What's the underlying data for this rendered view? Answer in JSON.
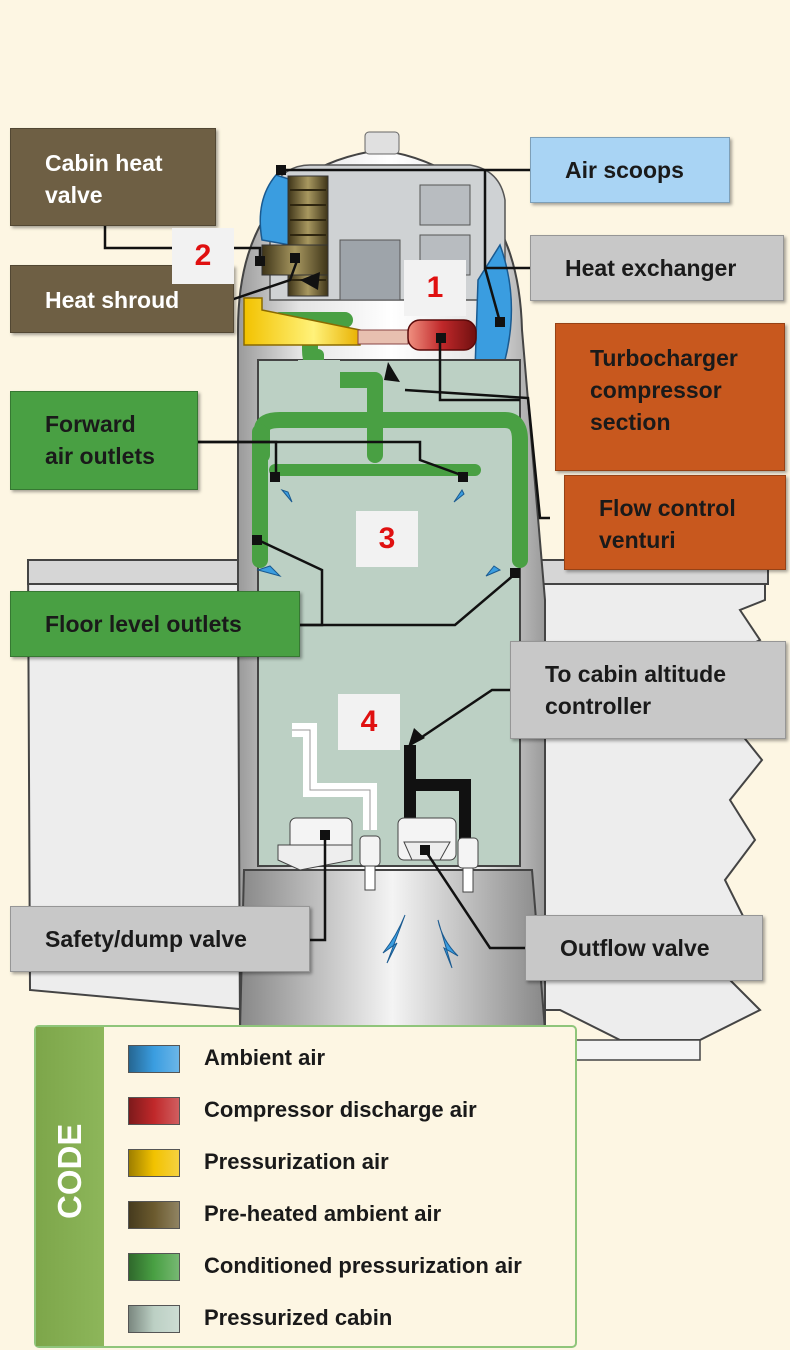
{
  "callouts": {
    "cabin_heat_valve": "Cabin heat\nvalve",
    "heat_shroud": "Heat shroud",
    "air_scoops": "Air scoops",
    "heat_exchanger": "Heat exchanger",
    "turbocharger": "Turbocharger\ncompressor\nsection",
    "forward_air_outlets": "Forward\nair outlets",
    "flow_control_venturi": "Flow control\nventuri",
    "floor_level_outlets": "Floor level outlets",
    "to_cabin_altitude_controller": "To cabin altitude\ncontroller",
    "safety_dump_valve": "Safety/dump valve",
    "outflow_valve": "Outflow valve"
  },
  "numbers": {
    "n1": "1",
    "n2": "2",
    "n3": "3",
    "n4": "4"
  },
  "legend": {
    "title": "CODE",
    "items": [
      {
        "label": "Ambient air",
        "color": "#3a9de0"
      },
      {
        "label": "Compressor discharge air",
        "color": "#c0282a"
      },
      {
        "label": "Pressurization air",
        "color": "#f2c200"
      },
      {
        "label": "Pre-heated ambient air",
        "color": "#6b5a2e"
      },
      {
        "label": "Conditioned pressurization air",
        "color": "#49a043"
      },
      {
        "label": "Pressurized cabin",
        "color": "#bcd0c4"
      }
    ]
  },
  "colors": {
    "ambient": "#3a9de0",
    "compressor": "#c0282a",
    "pressurization": "#f2c200",
    "preheated": "#6b5a2e",
    "conditioned": "#49a043",
    "cabin": "#bcd0c4",
    "background": "#fdf6e3"
  }
}
